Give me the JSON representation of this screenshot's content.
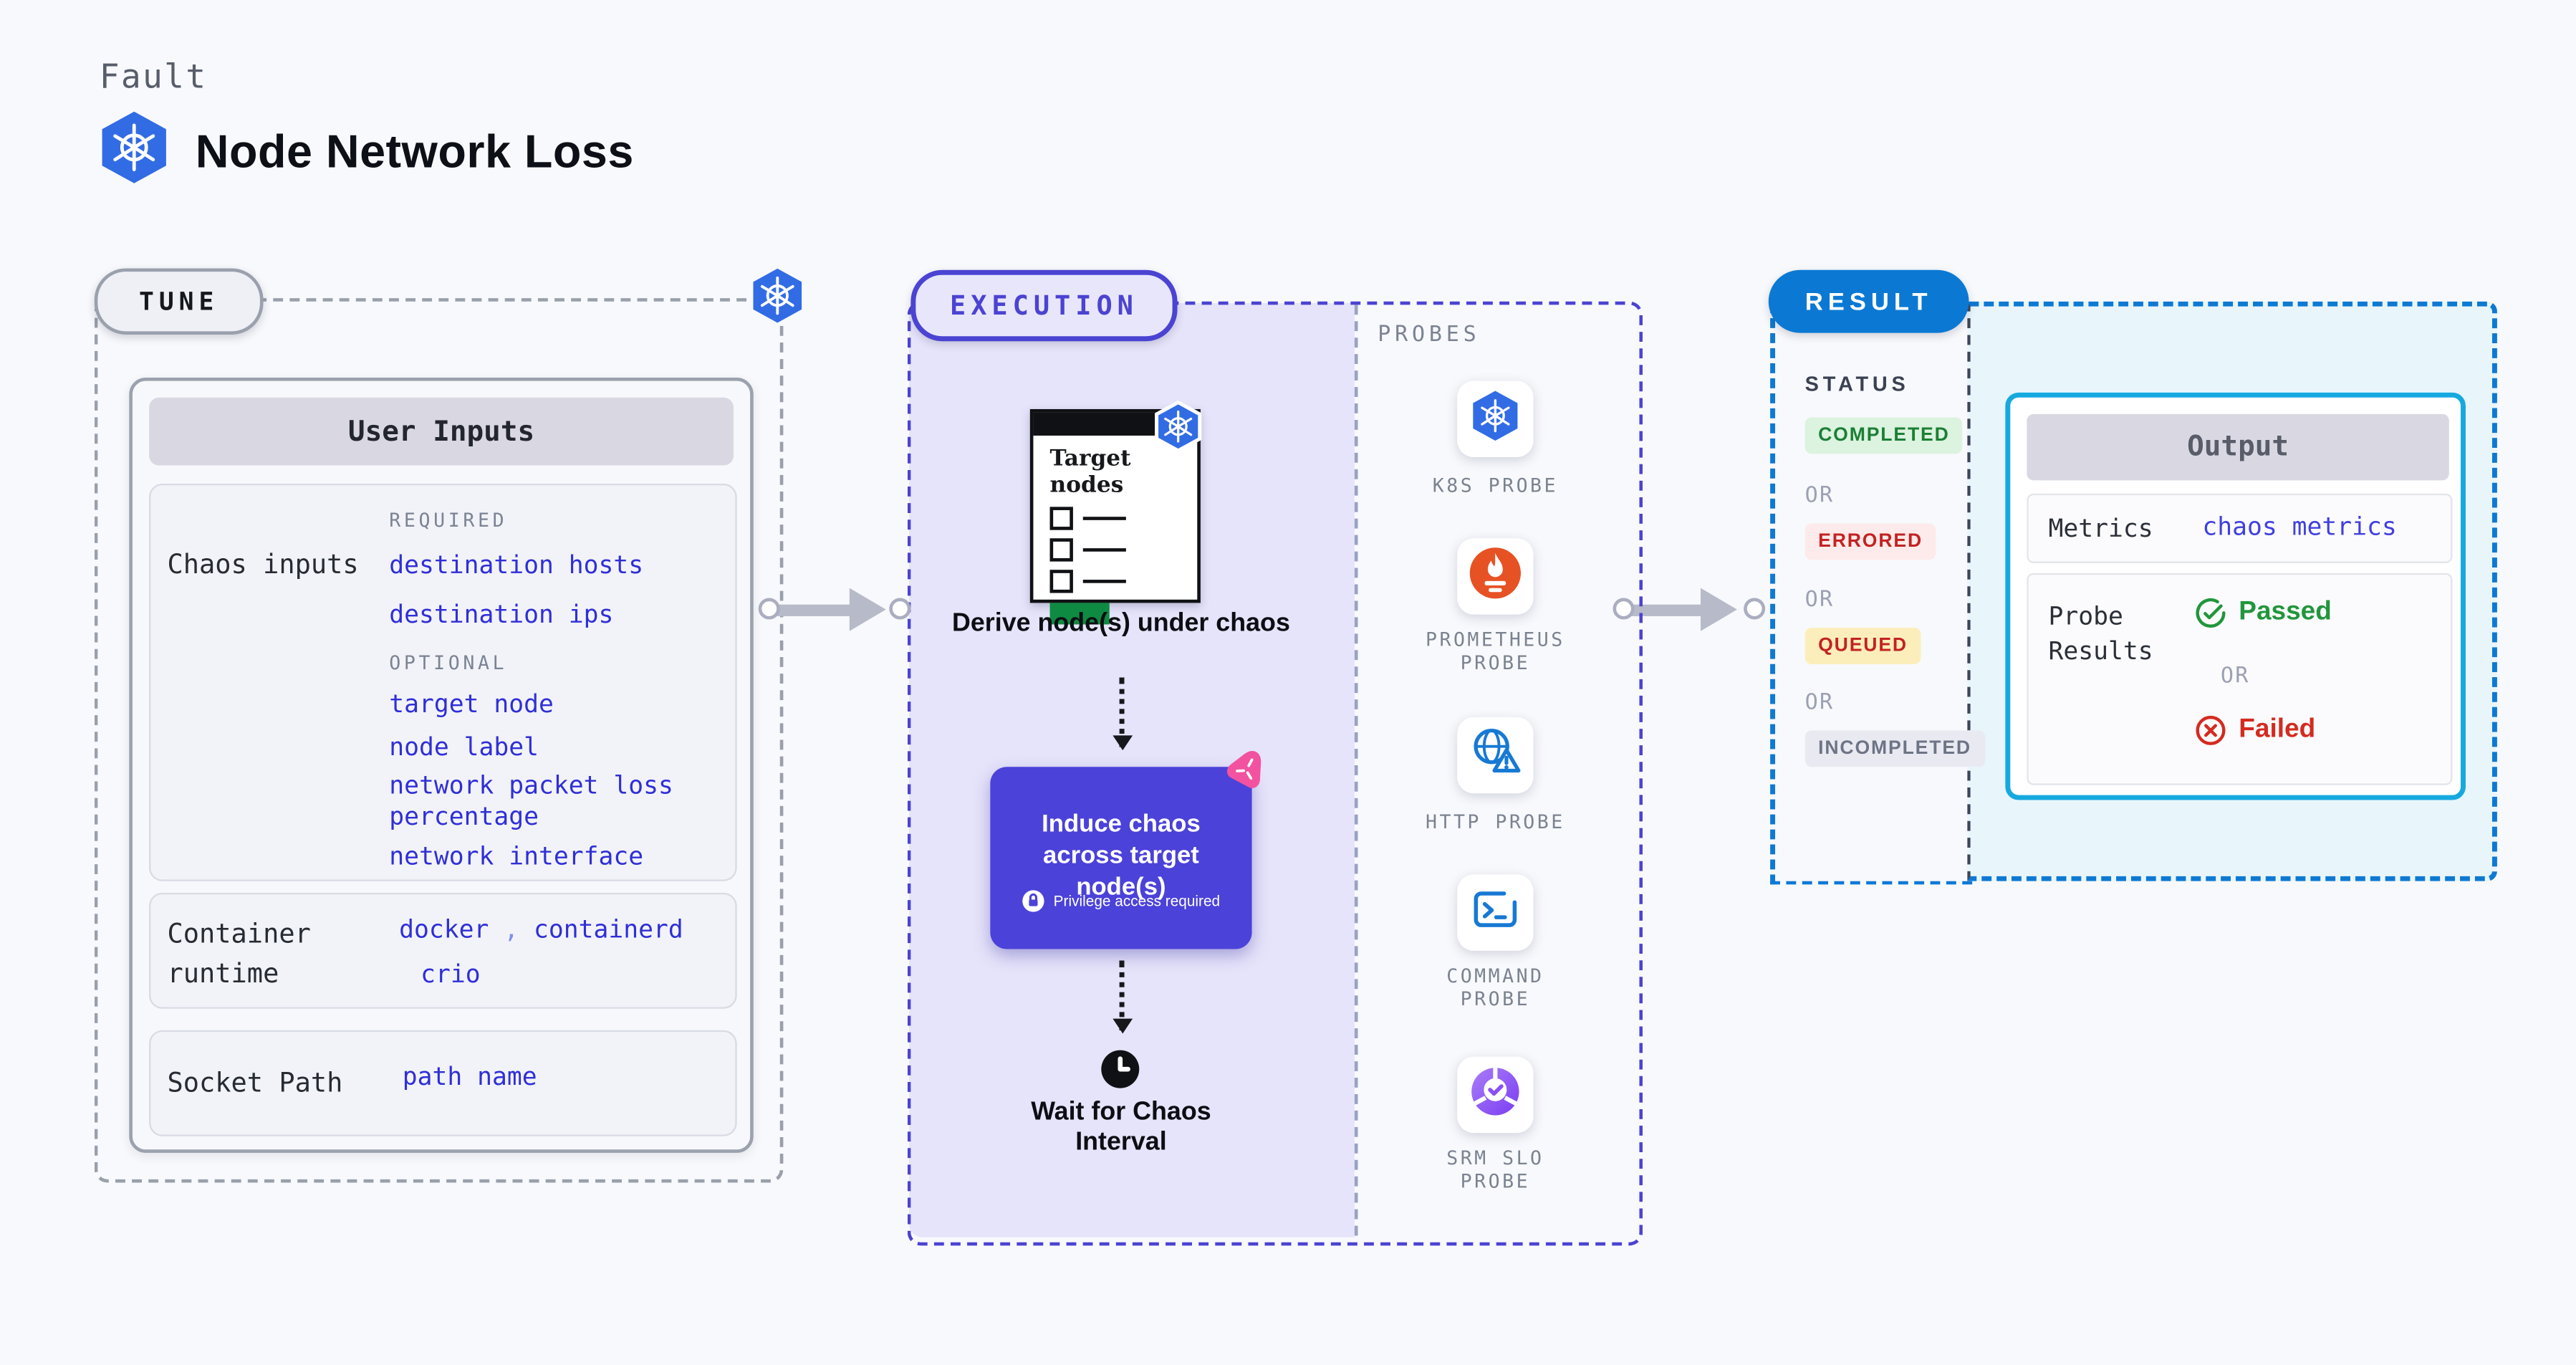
{
  "header": {
    "kicker": "Fault",
    "title": "Node Network Loss"
  },
  "tune": {
    "pill": "TUNE",
    "card_title": "User Inputs",
    "chaos_label": "Chaos inputs",
    "required_heading": "REQUIRED",
    "required_links": [
      "destination hosts",
      "destination ips"
    ],
    "optional_heading": "OPTIONAL",
    "optional_links": [
      "target node",
      "node label",
      "network packet loss percentage",
      "network interface"
    ],
    "runtime_label": "Container runtime",
    "runtime_v1": "docker",
    "runtime_sep": ",",
    "runtime_v2": "containerd",
    "runtime_v3": "crio",
    "socket_label": "Socket Path",
    "socket_value": "path name"
  },
  "execution": {
    "pill": "EXECUTION",
    "target_card_title": "Target nodes",
    "step_derive": "Derive node(s) under chaos",
    "step_induce": "Induce chaos across target node(s)",
    "privilege_note": "Privilege access required",
    "step_wait": "Wait for Chaos Interval"
  },
  "probes": {
    "heading": "PROBES",
    "items": [
      {
        "icon": "k8s-probe-icon",
        "label": "K8S PROBE"
      },
      {
        "icon": "prometheus-probe-icon",
        "label": "PROMETHEUS PROBE"
      },
      {
        "icon": "http-probe-icon",
        "label": "HTTP PROBE"
      },
      {
        "icon": "command-probe-icon",
        "label": "COMMAND PROBE"
      },
      {
        "icon": "srm-slo-probe-icon",
        "label": "SRM SLO PROBE"
      }
    ]
  },
  "result": {
    "pill": "RESULT",
    "status_heading": "STATUS",
    "or": "OR",
    "statuses": [
      {
        "label": "COMPLETED",
        "type": "success"
      },
      {
        "label": "ERRORED",
        "type": "error"
      },
      {
        "label": "QUEUED",
        "type": "queued"
      },
      {
        "label": "INCOMPLETED",
        "type": "muted"
      }
    ],
    "output": {
      "title": "Output",
      "metrics_label": "Metrics",
      "metrics_value": "chaos metrics",
      "probe_results_label": "Probe Results",
      "passed": "Passed",
      "or": "OR",
      "failed": "Failed"
    }
  },
  "colors": {
    "kubernetes_blue": "#326ce5",
    "indigo_accent": "#4b43d2",
    "induce_purple": "#4b42d9",
    "lavender_fill": "#e6e4fa",
    "link_blue": "#2f2fd8",
    "result_blue": "#0b79d4",
    "cyan_border": "#16a9df",
    "cyan_fill": "#e8f6fc",
    "success_green": "#1b7f35",
    "error_red": "#c32222",
    "queued_yellow_bg": "#fceeba",
    "muted_gray": "#6d7486",
    "prometheus_orange": "#e75225",
    "litmus_pink": "#f2529f",
    "probe_icon_blue": "#1779d4",
    "target_green": "#0f8a42"
  }
}
